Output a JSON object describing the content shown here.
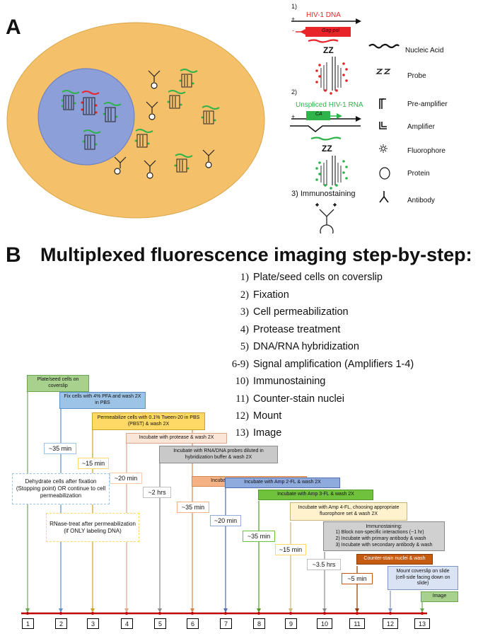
{
  "panel_a": {
    "letter": "A",
    "probe1": {
      "num": "1)",
      "title": "HIV-1 DNA",
      "gene": "Gag-pol",
      "plus": "+",
      "minus": "-"
    },
    "probe2": {
      "num": "2)",
      "title": "Unspliced HIV-1 RNA",
      "gene": "CA",
      "plus": "+"
    },
    "probe3": {
      "num": "3)",
      "title": "Immunostaining"
    },
    "legend": [
      {
        "label": "Nucleic Acid",
        "icon": "nucleic-acid-icon"
      },
      {
        "label": "Probe",
        "icon": "probe-icon"
      },
      {
        "label": "Pre-amplifier",
        "icon": "pre-amplifier-icon"
      },
      {
        "label": "Amplifier",
        "icon": "amplifier-icon"
      },
      {
        "label": "Fluorophore",
        "icon": "fluorophore-icon"
      },
      {
        "label": "Protein",
        "icon": "protein-icon"
      },
      {
        "label": "Antibody",
        "icon": "antibody-icon"
      }
    ],
    "zz": "ZZ",
    "colors": {
      "cytoplasm": "#f5c06a",
      "nucleus": "#8c9fd8",
      "dna": "#e8262a",
      "rna": "#2fb34a"
    }
  },
  "panel_b": {
    "letter": "B",
    "title": "Multiplexed fluorescence imaging step-by-step:",
    "steps": [
      {
        "num": "1)",
        "label": "Plate/seed cells on coverslip"
      },
      {
        "num": "2)",
        "label": "Fixation"
      },
      {
        "num": "3)",
        "label": "Cell permeabilization"
      },
      {
        "num": "4)",
        "label": "Protease treatment"
      },
      {
        "num": "5)",
        "label": "DNA/RNA hybridization"
      },
      {
        "num": "6-9)",
        "label": "Signal amplification (Amplifiers 1-4)"
      },
      {
        "num": "10)",
        "label": "Immunostaining"
      },
      {
        "num": "11)",
        "label": "Counter-stain nuclei"
      },
      {
        "num": "12)",
        "label": "Mount"
      },
      {
        "num": "13)",
        "label": "Image"
      }
    ],
    "timeline_steps": [
      {
        "text": "Plate/seed cells on coverslip",
        "fill": "#a9d18e",
        "border": "#6aa84f"
      },
      {
        "text": "Fix cells with 4% PFA and wash 2X in PBS",
        "fill": "#9dc3e6",
        "border": "#5b8fc7"
      },
      {
        "text": "Permeabilize cells with 0.1% Tween-20 in PBS (PBST) & wash 2X",
        "fill": "#ffd966",
        "border": "#c9a227"
      },
      {
        "text": "Incubate with protease & wash 2X",
        "fill": "#fbe5d6",
        "border": "#d9a98a"
      },
      {
        "text": "Incubate with RNA/DNA probes diluted in hybridization buffer & wash 2X",
        "fill": "#c9c9c9",
        "border": "#8a8a8a"
      },
      {
        "text": "Incubate with Amp 1-FL & wash 2X",
        "fill": "#f4b183",
        "border": "#d6864c"
      },
      {
        "text": "Incubate with Amp 2-FL & wash 2X",
        "fill": "#8faadc",
        "border": "#4f6fb0"
      },
      {
        "text": "Incubate with Amp 3-FL & wash 2X",
        "fill": "#70c13b",
        "border": "#4f9a26"
      },
      {
        "text": "Incubate with Amp 4-FL, choosing appropriate fluorophore set & wash 2X",
        "fill": "#fff2cc",
        "border": "#c9b47a"
      },
      {
        "text": "Immunostaining:",
        "items": [
          "1)    Block non-specific interactions (~1 hr)",
          "2)    Incubate with primary antibody & wash",
          "3)    Incubate with secondary antibody & wash"
        ],
        "fill": "#d0d0d0",
        "border": "#888888"
      },
      {
        "text": "Counter-stain nuclei & wash",
        "fill": "#c55a11",
        "border": "#8a3c08",
        "color": "#ffffff"
      },
      {
        "text": "Mount coverslip on slide (cell-side facing down on slide)",
        "fill": "#dae3f3",
        "border": "#7f95bf"
      },
      {
        "text": "Image",
        "fill": "#a9d18e",
        "border": "#6aa84f"
      }
    ],
    "durations": [
      {
        "text": "~35 min",
        "color": "#9dc3e6"
      },
      {
        "text": "~15 min",
        "color": "#ffd966"
      },
      {
        "text": "~20 min",
        "color": "#f8cbad"
      },
      {
        "text": "~2 hrs",
        "color": "#bfbfbf"
      },
      {
        "text": "~35 min",
        "color": "#f4b183"
      },
      {
        "text": "~20 min",
        "color": "#8faadc"
      },
      {
        "text": "~35 min",
        "color": "#70c13b"
      },
      {
        "text": "~15 min",
        "color": "#ffd966"
      },
      {
        "text": "~3.5 hrs",
        "color": "#bfbfbf"
      },
      {
        "text": "~5 min",
        "color": "#c55a11"
      }
    ],
    "notes": [
      {
        "text": "Dehydrate cells after fixation (Stopping point) OR continue to cell permeabilization",
        "color": "#9dc3e6"
      },
      {
        "text": "RNase-treat after permeabilization (if ONLY labeling DNA)",
        "color": "#ffd966"
      }
    ],
    "step_numbers": [
      "1",
      "2",
      "3",
      "4",
      "5",
      "6",
      "7",
      "8",
      "9",
      "10",
      "11",
      "12",
      "13"
    ],
    "axis_color": "#c00000"
  }
}
